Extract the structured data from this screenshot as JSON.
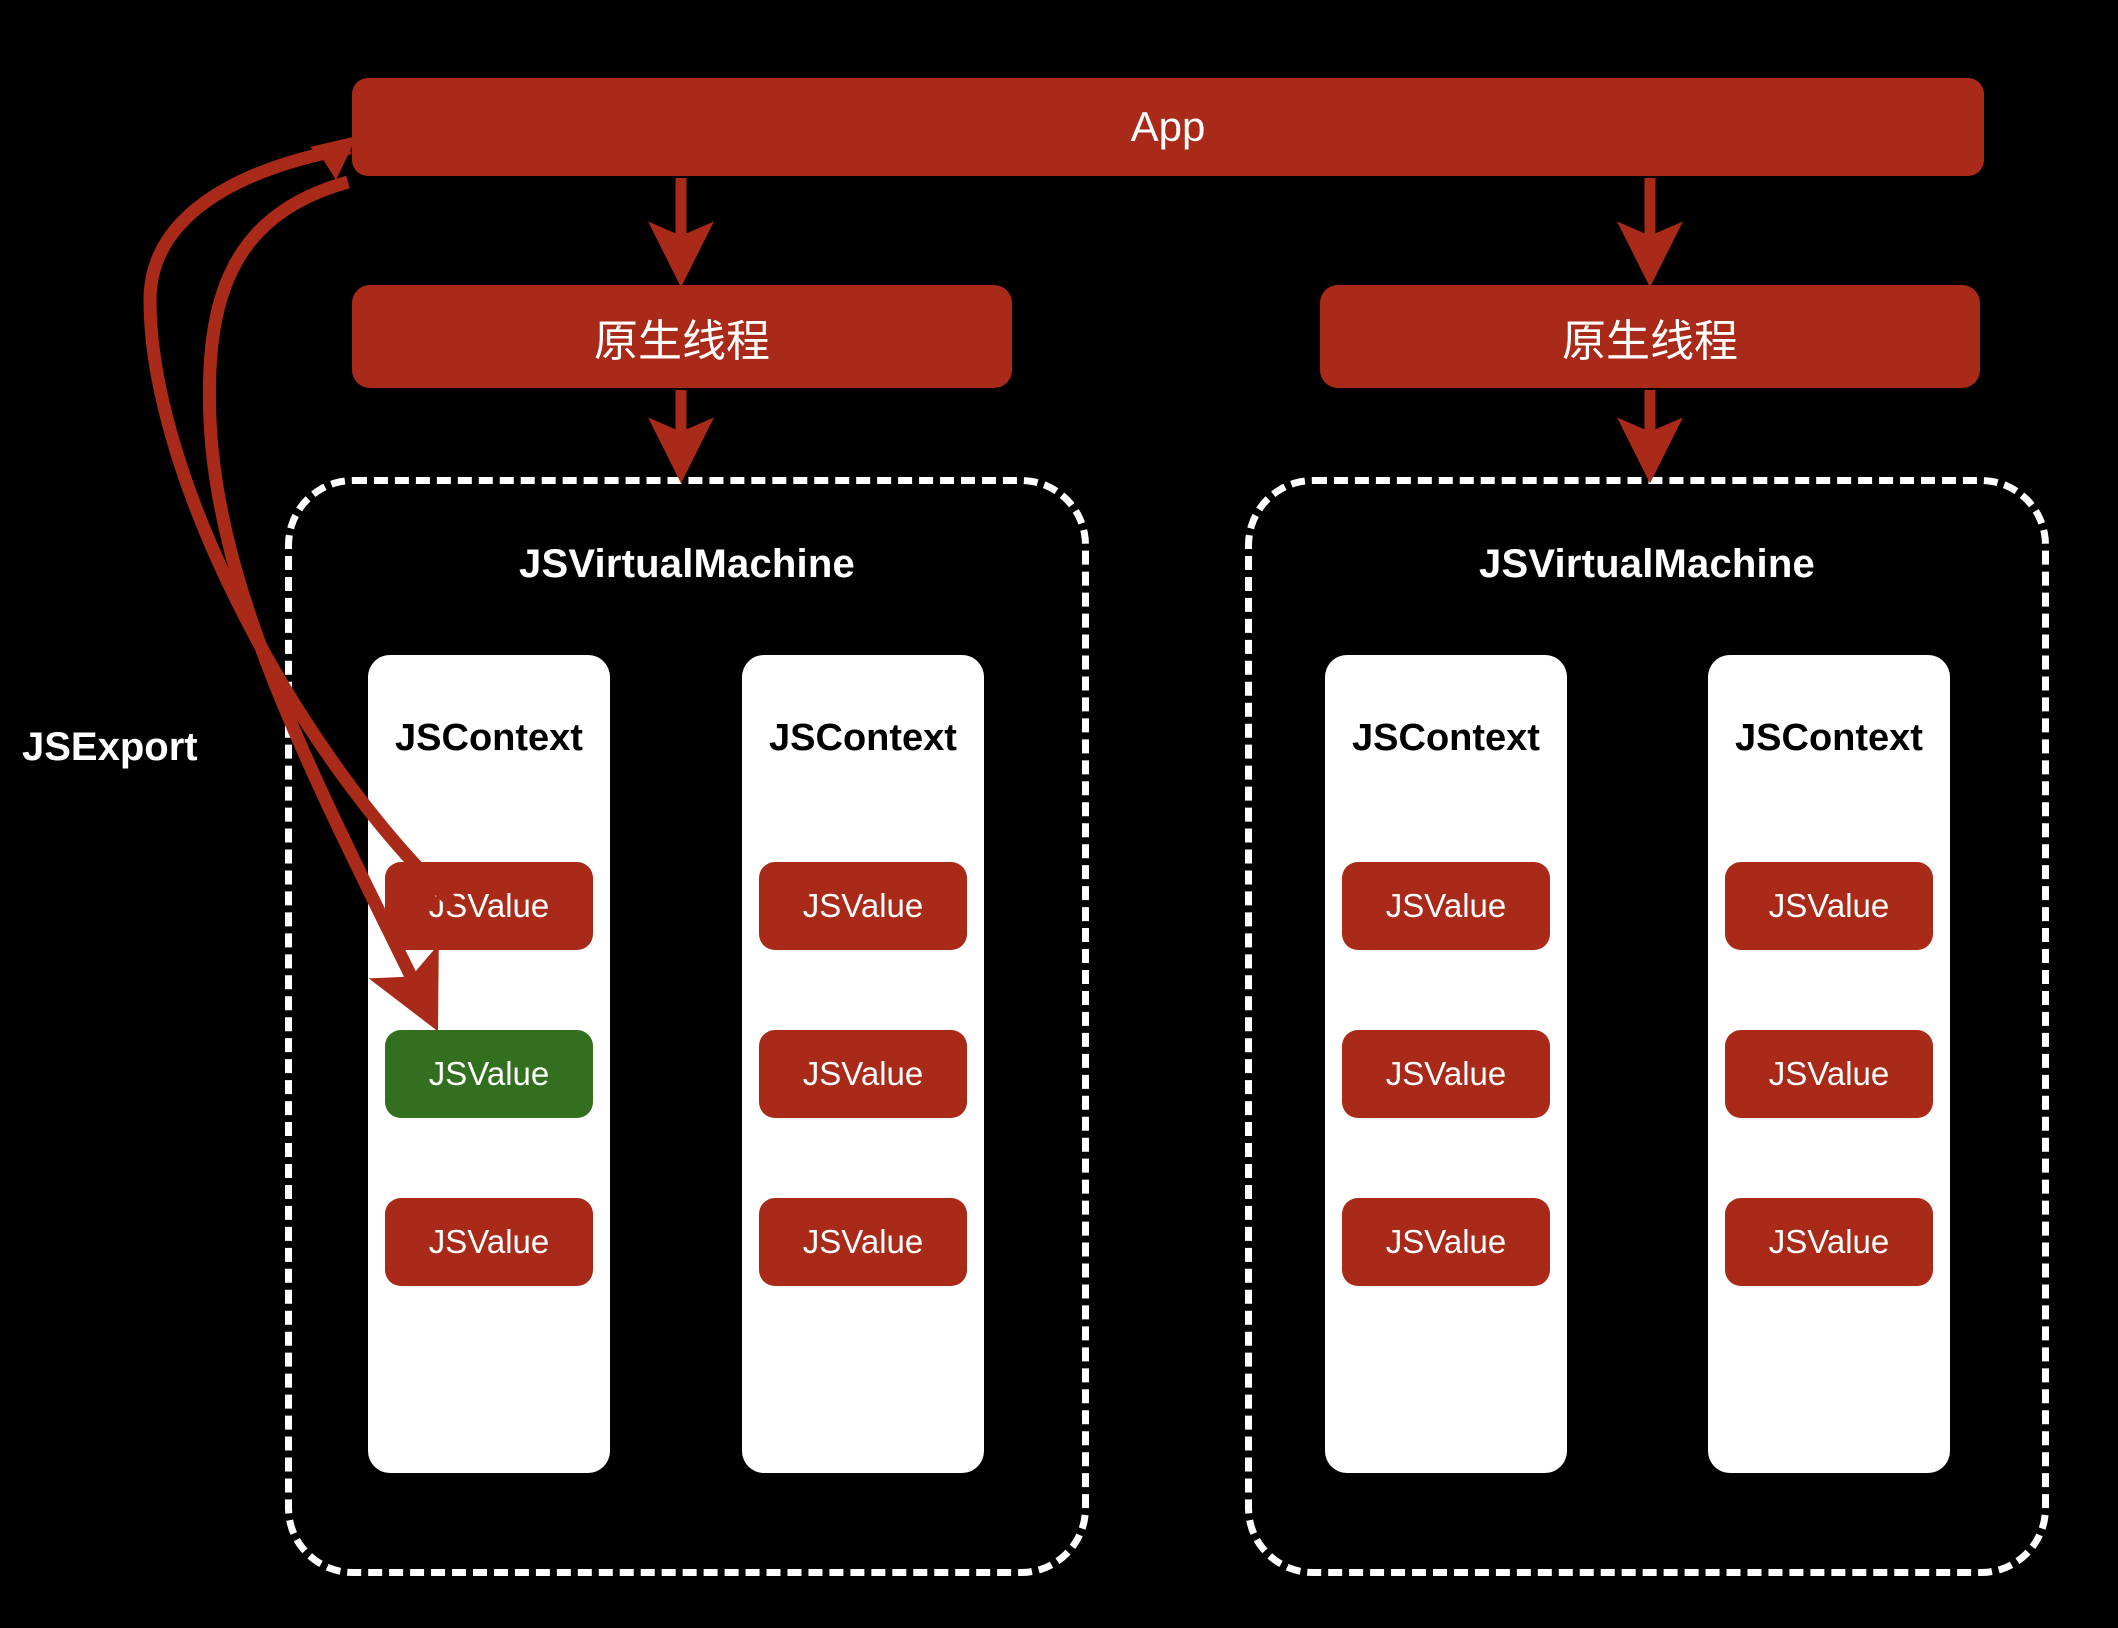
{
  "diagram": {
    "background_color": "#000000",
    "accent_red": "#a92a18",
    "accent_green": "#32701f",
    "outline_color": "#ffffff",
    "app": {
      "label": "App"
    },
    "threads": [
      {
        "label": "原生线程"
      },
      {
        "label": "原生线程"
      }
    ],
    "jsexport_label": "JSExport",
    "virtual_machines": [
      {
        "title": "JSVirtualMachine",
        "contexts": [
          {
            "title": "JSContext",
            "values": [
              {
                "label": "JSValue",
                "color": "red"
              },
              {
                "label": "JSValue",
                "color": "green"
              },
              {
                "label": "JSValue",
                "color": "red"
              }
            ]
          },
          {
            "title": "JSContext",
            "values": [
              {
                "label": "JSValue",
                "color": "red"
              },
              {
                "label": "JSValue",
                "color": "red"
              },
              {
                "label": "JSValue",
                "color": "red"
              }
            ]
          }
        ]
      },
      {
        "title": "JSVirtualMachine",
        "contexts": [
          {
            "title": "JSContext",
            "values": [
              {
                "label": "JSValue",
                "color": "red"
              },
              {
                "label": "JSValue",
                "color": "red"
              },
              {
                "label": "JSValue",
                "color": "red"
              }
            ]
          },
          {
            "title": "JSContext",
            "values": [
              {
                "label": "JSValue",
                "color": "red"
              },
              {
                "label": "JSValue",
                "color": "red"
              },
              {
                "label": "JSValue",
                "color": "red"
              }
            ]
          }
        ]
      }
    ]
  }
}
